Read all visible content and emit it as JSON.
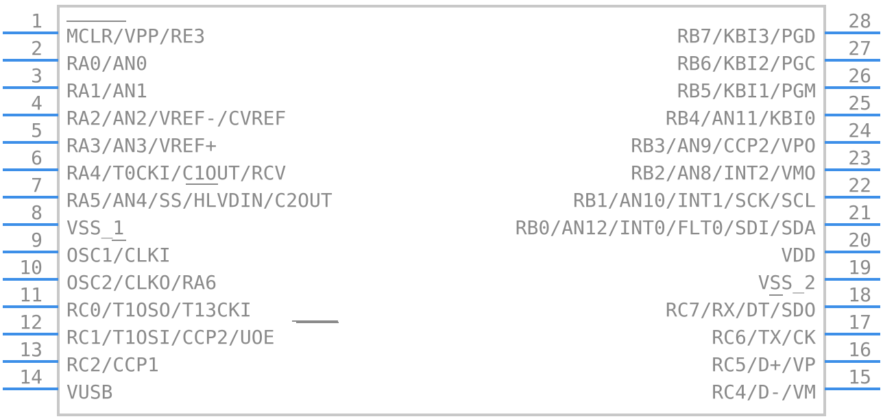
{
  "colors": {
    "pin": "#3d8fe8",
    "body_outline": "#c8c8c8",
    "text": "#8a8a8a"
  },
  "left_pins": [
    {
      "number": "1",
      "label": "MCLR/VPP/RE3"
    },
    {
      "number": "2",
      "label": "RA0/AN0"
    },
    {
      "number": "3",
      "label": "RA1/AN1"
    },
    {
      "number": "4",
      "label": "RA2/AN2/VREF-/CVREF"
    },
    {
      "number": "5",
      "label": "RA3/AN3/VREF+"
    },
    {
      "number": "6",
      "label": "RA4/T0CKI/C1OUT/RCV"
    },
    {
      "number": "7",
      "label": "RA5/AN4/SS/HLVDIN/C2OUT"
    },
    {
      "number": "8",
      "label": "VSS_1"
    },
    {
      "number": "9",
      "label": "OSC1/CLKI"
    },
    {
      "number": "10",
      "label": "OSC2/CLKO/RA6"
    },
    {
      "number": "11",
      "label": "RC0/T1OSO/T13CKI"
    },
    {
      "number": "12",
      "label": "RC1/T1OSI/CCP2/UOE"
    },
    {
      "number": "13",
      "label": "RC2/CCP1"
    },
    {
      "number": "14",
      "label": "VUSB"
    }
  ],
  "right_pins": [
    {
      "number": "28",
      "label": "RB7/KBI3/PGD"
    },
    {
      "number": "27",
      "label": "RB6/KBI2/PGC"
    },
    {
      "number": "26",
      "label": "RB5/KBI1/PGM"
    },
    {
      "number": "25",
      "label": "RB4/AN11/KBI0"
    },
    {
      "number": "24",
      "label": "RB3/AN9/CCP2/VPO"
    },
    {
      "number": "23",
      "label": "RB2/AN8/INT2/VMO"
    },
    {
      "number": "22",
      "label": "RB1/AN10/INT1/SCK/SCL"
    },
    {
      "number": "21",
      "label": "RB0/AN12/INT0/FLT0/SDI/SDA"
    },
    {
      "number": "20",
      "label": "VDD"
    },
    {
      "number": "19",
      "label": "VSS_2"
    },
    {
      "number": "18",
      "label": "RC7/RX/DT/SDO"
    },
    {
      "number": "17",
      "label": "RC6/TX/CK"
    },
    {
      "number": "16",
      "label": "RC5/D+/VP"
    },
    {
      "number": "15",
      "label": "RC4/D-/VM"
    }
  ]
}
